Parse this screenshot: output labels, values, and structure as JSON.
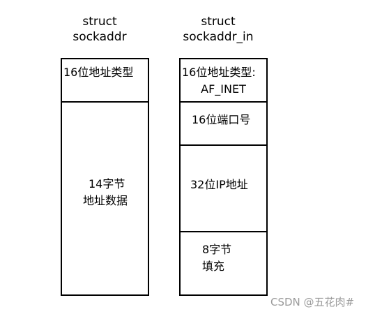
{
  "left_struct": {
    "title_line1": "struct",
    "title_line2": "sockaddr",
    "fields": [
      {
        "lines": [
          "16位地址类型"
        ]
      },
      {
        "lines": [
          "14字节",
          "地址数据"
        ]
      }
    ]
  },
  "right_struct": {
    "title_line1": "struct",
    "title_line2": "sockaddr_in",
    "fields": [
      {
        "lines": [
          "16位地址类型:",
          "AF_INET"
        ]
      },
      {
        "lines": [
          "16位端口号"
        ]
      },
      {
        "lines": [
          "32位IP地址"
        ]
      },
      {
        "lines": [
          "8字节",
          "填充"
        ]
      }
    ]
  },
  "watermark": "CSDN @五花肉#"
}
